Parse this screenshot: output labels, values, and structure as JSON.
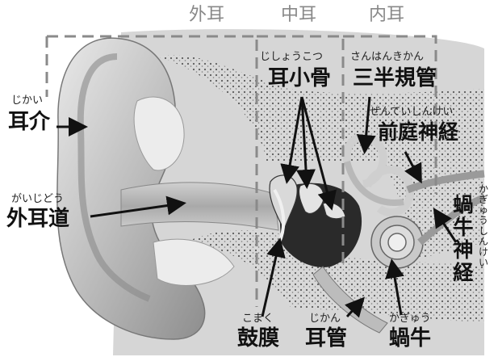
{
  "regions": {
    "outer": "外耳",
    "middle": "中耳",
    "inner": "内耳"
  },
  "labels": {
    "auricle": {
      "reading": "じかい",
      "text": "耳介"
    },
    "ear_canal": {
      "reading": "がいじどう",
      "text": "外耳道"
    },
    "ossicles": {
      "reading": "じしょうこつ",
      "text": "耳小骨"
    },
    "semicircular_canals": {
      "reading": "さんはんきかん",
      "text": "三半規管"
    },
    "vestibular_nerve": {
      "reading": "ぜんていしんけい",
      "text": "前庭神経"
    },
    "cochlear_nerve": {
      "reading": "かぎゅうしんけい",
      "text": "蝸牛神経"
    },
    "eardrum": {
      "reading": "こまく",
      "text": "鼓膜"
    },
    "eustachian_tube": {
      "reading": "じかん",
      "text": "耳管"
    },
    "cochlea": {
      "reading": "かぎゅう",
      "text": "蝸牛"
    }
  },
  "colors": {
    "region_box": "#8a8a8a",
    "arrow": "#111111",
    "skin": "#cfcfcf",
    "bone": "#e6e6e6",
    "cavity": "#2a2a2a"
  }
}
